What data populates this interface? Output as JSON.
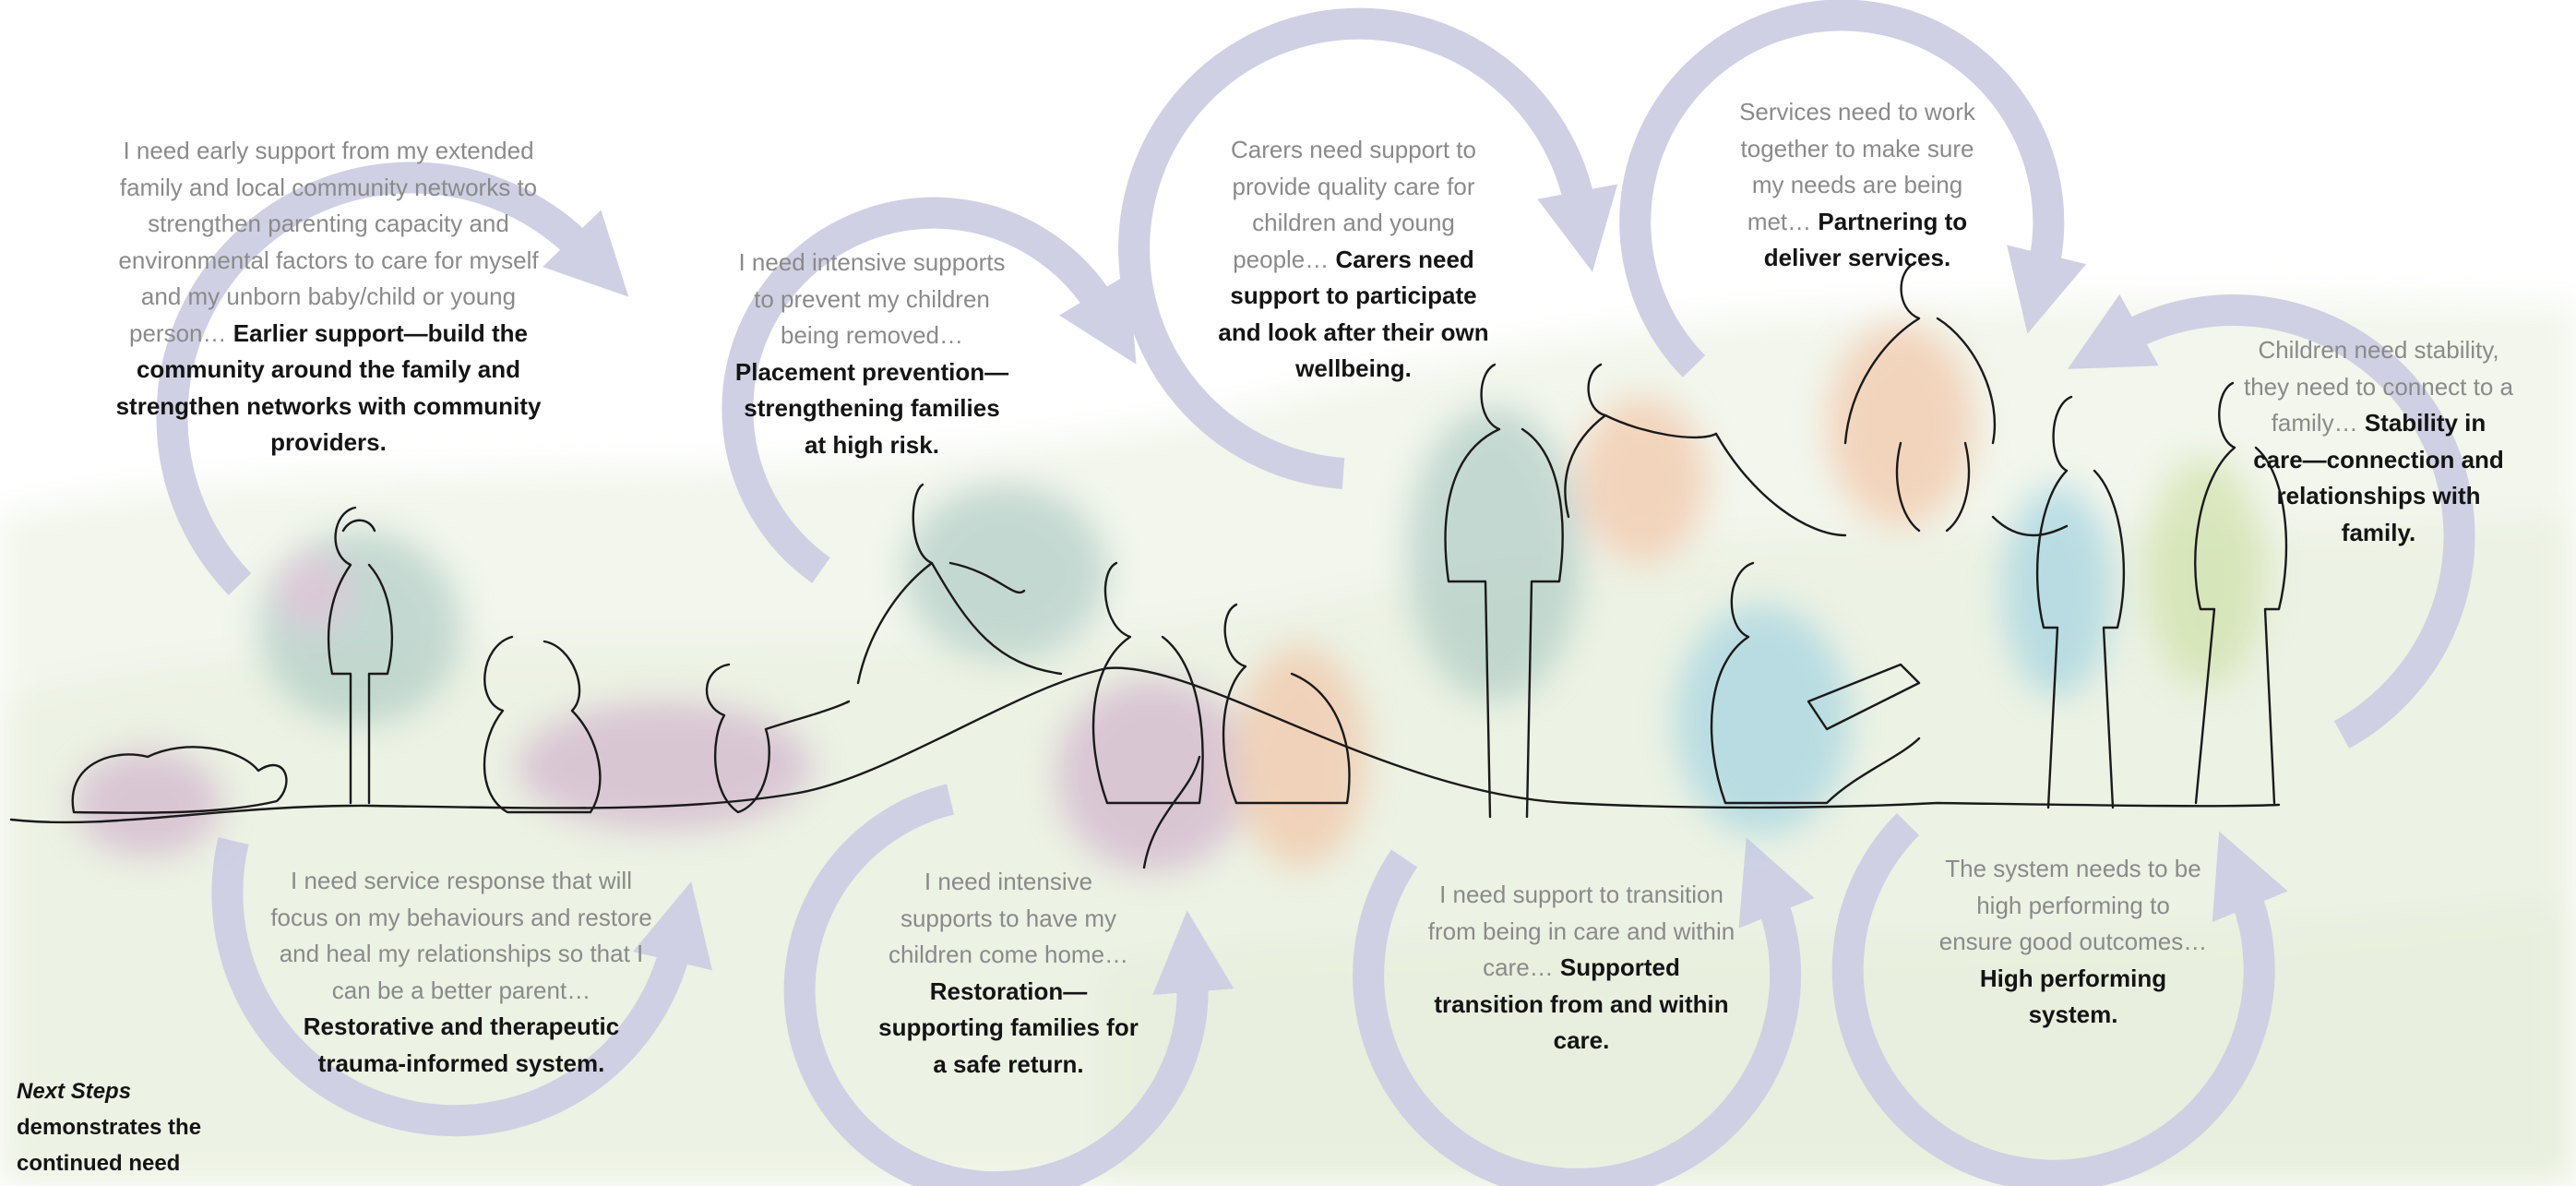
{
  "colors": {
    "arrow": "#cfd0e3",
    "text_light": "#8a8a8a",
    "text_bold": "#141414",
    "wash_green": "#e9f0df",
    "wash_purple": "#c9a3c6",
    "wash_teal": "#9fc1bd",
    "wash_orange": "#f3b996",
    "wash_blue": "#8fcbe0",
    "wash_lime": "#c7dc9a"
  },
  "cycles": [
    {
      "id": "c1",
      "light": "I need early support from my extended family and local community networks to strengthen parenting capacity and environmental factors to care for myself and my unborn baby/child or young person…",
      "bold": "Earlier support—build the community around the family and strengthen networks with community providers."
    },
    {
      "id": "c2",
      "light": "I need service response that will focus on my behaviours and restore and heal my relationships so that I can be a better parent…",
      "bold": "Restorative and therapeutic trauma-informed system."
    },
    {
      "id": "c3",
      "light": "I need intensive supports to prevent my children being removed…",
      "bold": "Placement prevention—strengthening families at high risk."
    },
    {
      "id": "c4",
      "light": "I need intensive supports to have my children come home…",
      "bold": "Restoration—supporting families for a safe return."
    },
    {
      "id": "c5",
      "light": "Carers need support to provide quality care for children and young people…",
      "bold": "Carers need support to participate and look after their own wellbeing."
    },
    {
      "id": "c6",
      "light": "I need support to transition from being in care and within care…",
      "bold": "Supported transition from and within care."
    },
    {
      "id": "c7",
      "light": "Services need to work together to make sure my needs are being met…",
      "bold": "Partnering to deliver services."
    },
    {
      "id": "c8",
      "light": "Children need stability, they need to connect to a family…",
      "bold": "Stability in care—connection and relationships with family."
    },
    {
      "id": "c9",
      "light": "The system needs to be high performing to ensure good outcomes…",
      "bold": "High performing system."
    }
  ],
  "note": {
    "italic": "Next Steps",
    "rest": "demonstrates the continued need"
  }
}
